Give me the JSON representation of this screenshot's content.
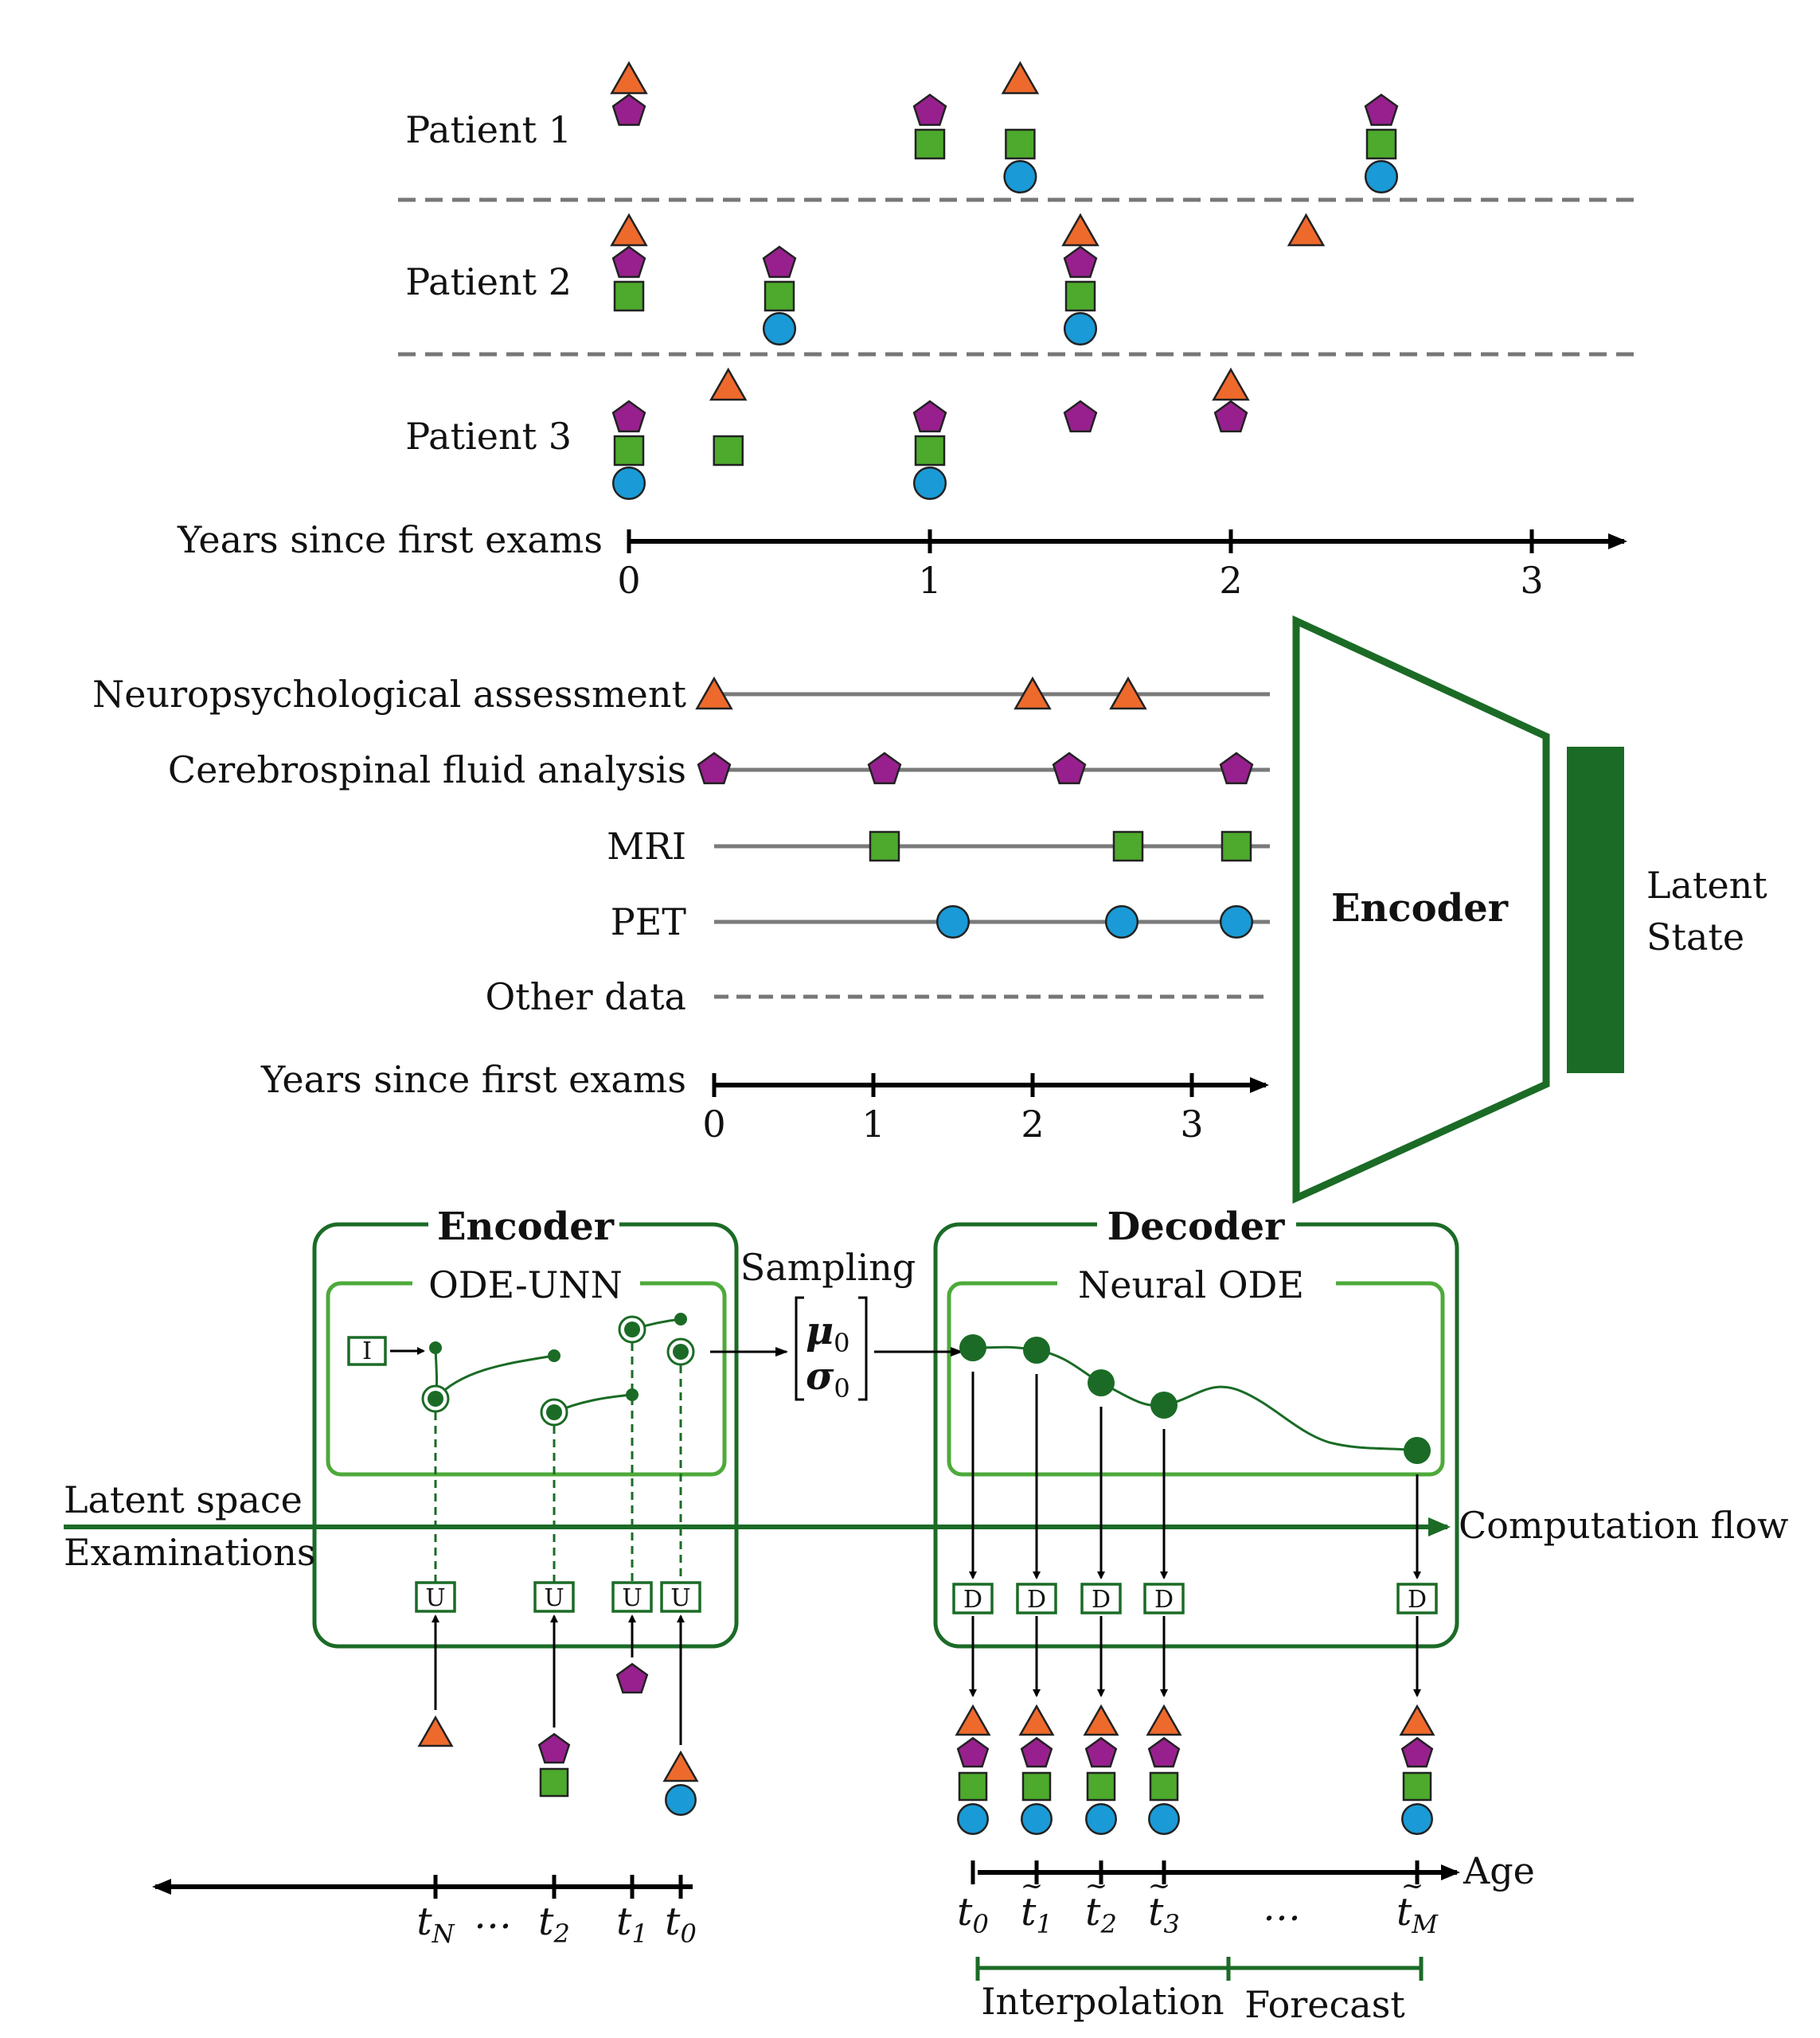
{
  "colors": {
    "triangle": "#EE6A2C",
    "pentagon": "#98208E",
    "square": "#4DAA2C",
    "circle": "#1A9AD6",
    "dark_green": "#1B6B26",
    "light_green": "#4DAA3A",
    "gray_line": "#7A7A7A",
    "axis": "#000000"
  },
  "panel1": {
    "patients": [
      {
        "label": "Patient 1",
        "exams": [
          {
            "t": 0,
            "modalities": [
              "triangle",
              "pentagon"
            ]
          },
          {
            "t": 1,
            "modalities": [
              "pentagon",
              "square"
            ]
          },
          {
            "t": 1.3,
            "modalities": [
              "triangle",
              "square",
              "circle"
            ]
          },
          {
            "t": 2.5,
            "modalities": [
              "pentagon",
              "square",
              "circle"
            ]
          }
        ]
      },
      {
        "label": "Patient 2",
        "exams": [
          {
            "t": 0,
            "modalities": [
              "triangle",
              "pentagon",
              "square"
            ]
          },
          {
            "t": 0.5,
            "modalities": [
              "pentagon",
              "square",
              "circle"
            ]
          },
          {
            "t": 1.5,
            "modalities": [
              "triangle",
              "pentagon",
              "square",
              "circle"
            ]
          },
          {
            "t": 2.25,
            "modalities": [
              "triangle"
            ]
          }
        ]
      },
      {
        "label": "Patient 3",
        "exams": [
          {
            "t": 0,
            "modalities": [
              "pentagon",
              "square",
              "circle"
            ]
          },
          {
            "t": 0.33,
            "modalities": [
              "triangle",
              "square"
            ]
          },
          {
            "t": 1,
            "modalities": [
              "pentagon",
              "square",
              "circle"
            ]
          },
          {
            "t": 1.5,
            "modalities": [
              "pentagon"
            ]
          },
          {
            "t": 2,
            "modalities": [
              "triangle",
              "pentagon"
            ]
          }
        ]
      }
    ],
    "axis_label": "Years since first exams",
    "ticks": [
      "0",
      "1",
      "2",
      "3"
    ]
  },
  "panel2": {
    "rows": [
      {
        "label": "Neuropsychological assessment",
        "marker": "triangle",
        "times": [
          0,
          2.0,
          2.6
        ]
      },
      {
        "label": "Cerebrospinal fluid analysis",
        "marker": "pentagon",
        "times": [
          0,
          1.07,
          2.23,
          3.28
        ]
      },
      {
        "label": "MRI",
        "marker": "square",
        "times": [
          1.07,
          2.6,
          3.28
        ]
      },
      {
        "label": "PET",
        "marker": "circle",
        "times": [
          1.5,
          2.56,
          3.28
        ]
      },
      {
        "label": "Other data",
        "marker": "none",
        "times": []
      }
    ],
    "axis_label": "Years since first exams",
    "ticks": [
      "0",
      "1",
      "2",
      "3"
    ],
    "encoder_label": "Encoder",
    "latent_label_1": "Latent",
    "latent_label_2": "State"
  },
  "panel3": {
    "encoder_title": "Encoder",
    "encoder_inner": "ODE-UNN",
    "decoder_title": "Decoder",
    "decoder_inner": "Neural ODE",
    "sampling": "Sampling",
    "mu": "μ",
    "sigma": "σ",
    "sub0": "0",
    "init_box": "I",
    "update_box": "U",
    "decode_box": "D",
    "latent_space": "Latent space",
    "examinations": "Examinations",
    "computation_flow": "Computation flow",
    "age": "Age",
    "enc_ticks": [
      {
        "base": "t",
        "sub": "N"
      },
      {
        "base": "…",
        "sub": ""
      },
      {
        "base": "t",
        "sub": "2"
      },
      {
        "base": "t",
        "sub": "1"
      },
      {
        "base": "t",
        "sub": "0"
      }
    ],
    "dec_ticks": [
      {
        "base": "t",
        "sub": "0",
        "tilde": false
      },
      {
        "base": "t",
        "sub": "1",
        "tilde": true
      },
      {
        "base": "t",
        "sub": "2",
        "tilde": true
      },
      {
        "base": "t",
        "sub": "3",
        "tilde": true
      },
      {
        "base": "…",
        "sub": "",
        "tilde": false
      },
      {
        "base": "t",
        "sub": "M",
        "tilde": true
      }
    ],
    "interpolation": "Interpolation",
    "forecast": "Forecast",
    "encoder_inputs": [
      [
        "triangle"
      ],
      [
        "pentagon",
        "square"
      ],
      [
        "pentagon"
      ],
      [
        "triangle",
        "circle"
      ]
    ],
    "decoder_outputs": [
      "triangle",
      "pentagon",
      "square",
      "circle"
    ]
  }
}
